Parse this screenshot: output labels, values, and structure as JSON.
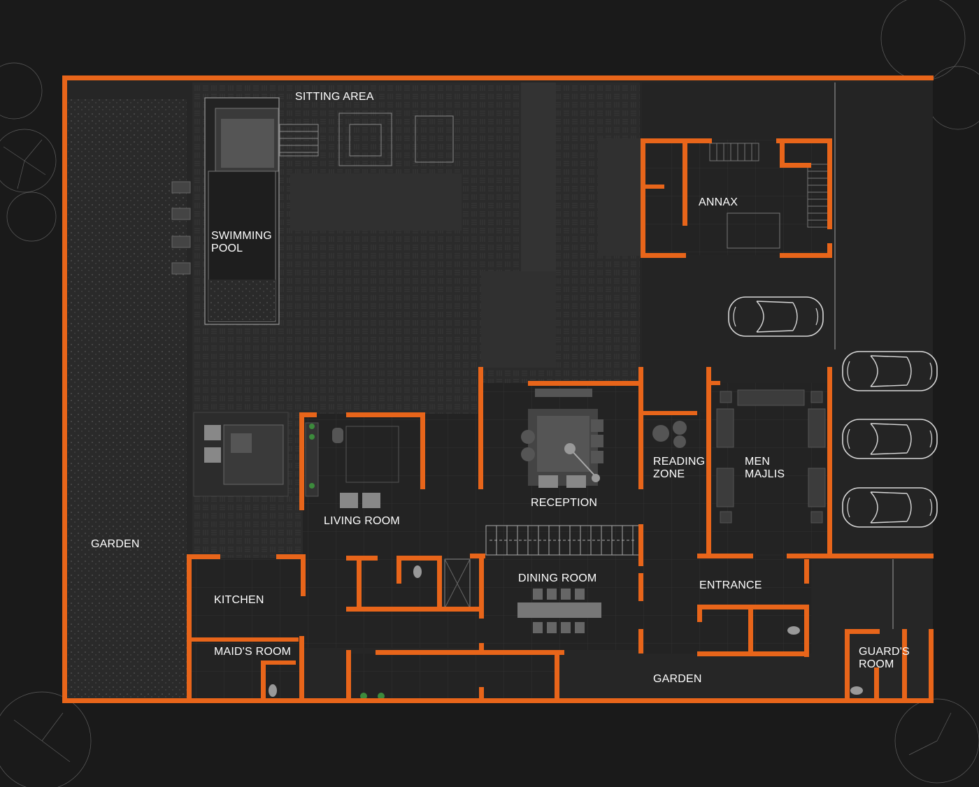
{
  "colors": {
    "background": "#1a1a1a",
    "site": "#262626",
    "paving": "#2e2e2e",
    "wall": "#e8651a",
    "label": "#ffffff",
    "furniture": "#5c5c5c",
    "linework": "#8a8a8a"
  },
  "labels": {
    "sitting_area": "SITTING AREA",
    "swimming_pool": "SWIMMING\nPOOL",
    "annax": "ANNAX",
    "garden_left": "GARDEN",
    "living_room": "LIVING ROOM",
    "reception": "RECEPTION",
    "reading_zone": "READING\nZONE",
    "men_majlis": "MEN\nMAJLIS",
    "kitchen": "KITCHEN",
    "maids_room": "MAID'S ROOM",
    "dining_room": "DINING ROOM",
    "entrance": "ENTRANCE",
    "garden_bottom": "GARDEN",
    "guards_room": "GUARD'S\nROOM"
  },
  "icons": [
    "tree-icon",
    "car-icon",
    "sofa-icon",
    "dining-table-icon",
    "toilet-icon",
    "staircase-icon",
    "plant-icon"
  ]
}
